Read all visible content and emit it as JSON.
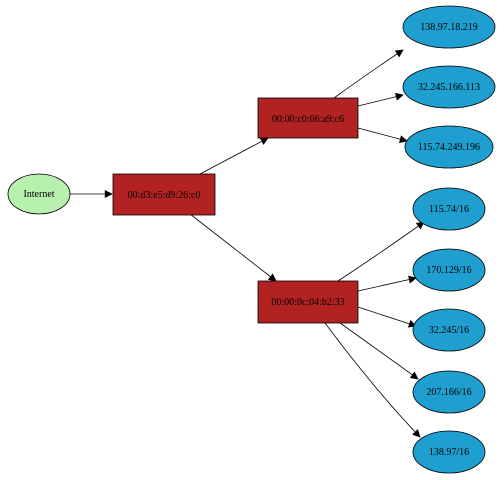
{
  "diagram": {
    "nodes": {
      "internet": {
        "label": "Internet",
        "shape": "ellipse",
        "fill": "#b8f0b0"
      },
      "switch_root": {
        "label": "00:d3:e5:d9:26:c0",
        "shape": "box",
        "fill": "#b22222"
      },
      "switch_upper": {
        "label": "00:00:c0:66:a9:c6",
        "shape": "box",
        "fill": "#b22222"
      },
      "switch_lower": {
        "label": "00:00:0c:04:b2:33",
        "shape": "box",
        "fill": "#b22222"
      },
      "host_1": {
        "label": "138.97.18.219",
        "shape": "ellipse",
        "fill": "#1e9fd0"
      },
      "host_2": {
        "label": "32.245.166.113",
        "shape": "ellipse",
        "fill": "#1e9fd0"
      },
      "host_3": {
        "label": "115.74.249.196",
        "shape": "ellipse",
        "fill": "#1e9fd0"
      },
      "net_1": {
        "label": "115.74/16",
        "shape": "ellipse",
        "fill": "#1e9fd0"
      },
      "net_2": {
        "label": "170.129/16",
        "shape": "ellipse",
        "fill": "#1e9fd0"
      },
      "net_3": {
        "label": "32.245/16",
        "shape": "ellipse",
        "fill": "#1e9fd0"
      },
      "net_4": {
        "label": "207.166/16",
        "shape": "ellipse",
        "fill": "#1e9fd0"
      },
      "net_5": {
        "label": "138.97/16",
        "shape": "ellipse",
        "fill": "#1e9fd0"
      }
    },
    "edges": [
      {
        "from": "internet",
        "to": "switch_root"
      },
      {
        "from": "switch_root",
        "to": "switch_upper"
      },
      {
        "from": "switch_root",
        "to": "switch_lower"
      },
      {
        "from": "switch_upper",
        "to": "host_1"
      },
      {
        "from": "switch_upper",
        "to": "host_2"
      },
      {
        "from": "switch_upper",
        "to": "host_3"
      },
      {
        "from": "switch_lower",
        "to": "net_1"
      },
      {
        "from": "switch_lower",
        "to": "net_2"
      },
      {
        "from": "switch_lower",
        "to": "net_3"
      },
      {
        "from": "switch_lower",
        "to": "net_4"
      },
      {
        "from": "switch_lower",
        "to": "net_5"
      }
    ]
  }
}
